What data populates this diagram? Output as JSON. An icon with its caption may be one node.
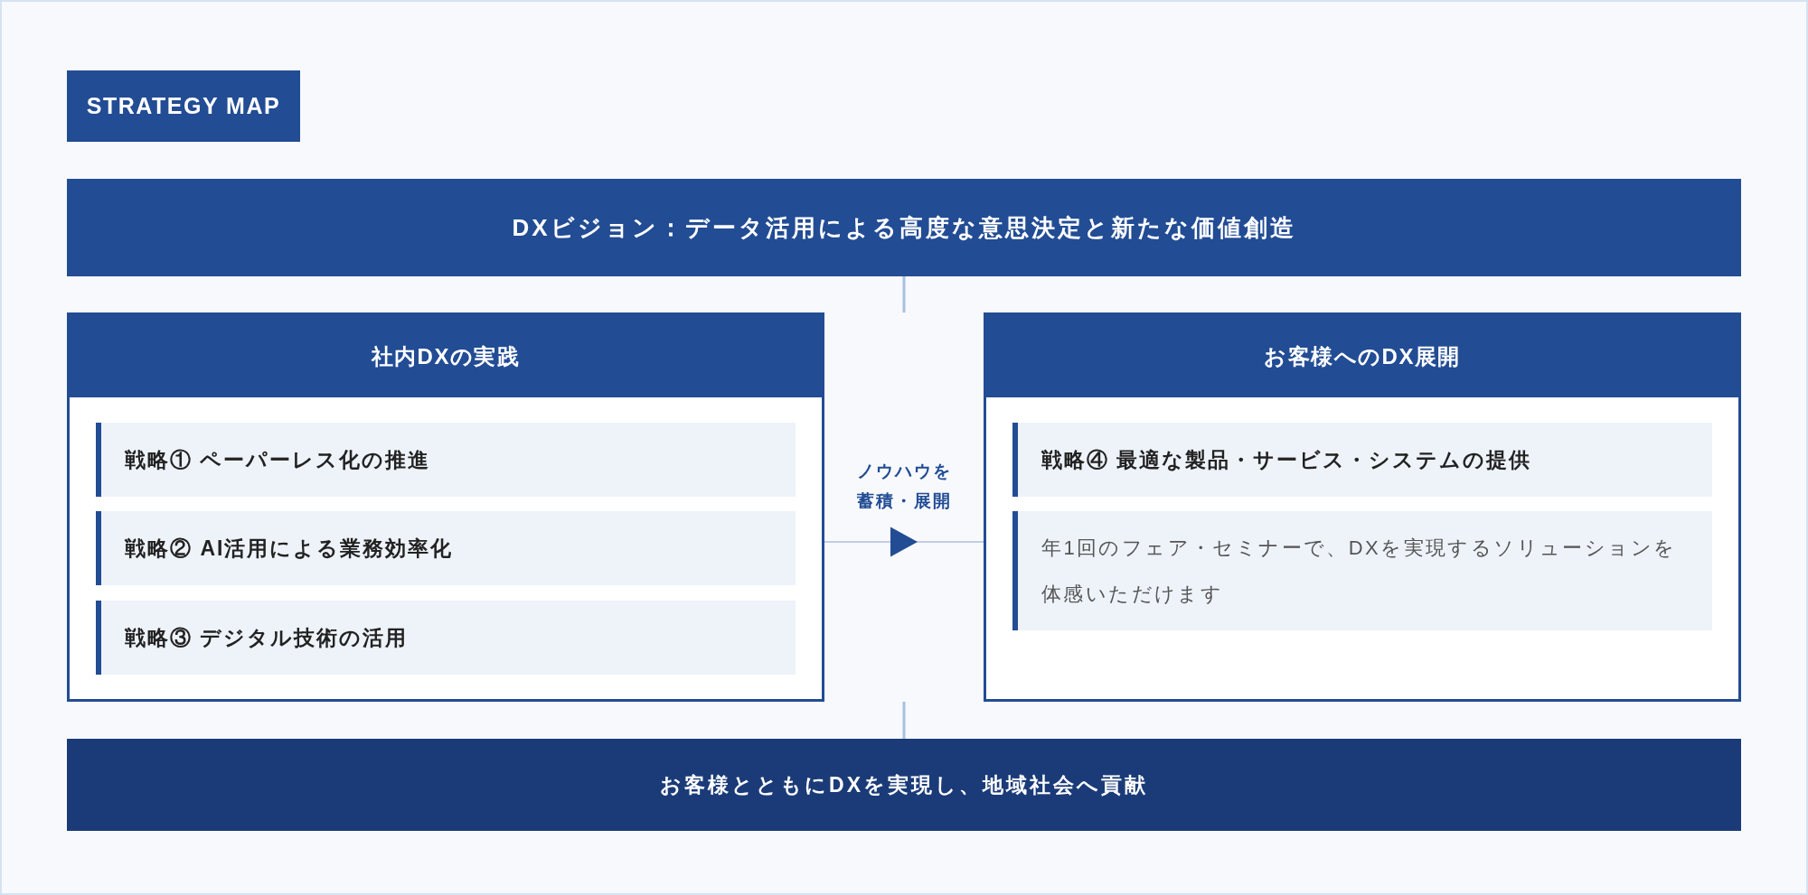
{
  "diagram": {
    "title": "STRATEGY MAP",
    "nodes": [
      {
        "text": [
          "DXビジョン：データ活用による高度な意思決定と新たな価値創造"
        ]
      },
      {
        "text": [
          "社内DXの実践"
        ]
      },
      {
        "text": [
          "戦略① ペーパーレス化の推進"
        ],
        "in": 1
      },
      {
        "text": [
          "戦略② AI活用による業務効率化"
        ],
        "in": 1
      },
      {
        "text": [
          "戦略③ デジタル技術の活用"
        ],
        "in": 1
      },
      {
        "text": [
          "お客様へのDX展開"
        ]
      },
      {
        "text": [
          "戦略④ 最適な製品・サービス・システムの提供"
        ],
        "in": 5
      },
      {
        "text": [
          "年1回のフェア・セミナーで、DXを実現するソリューションを体感いただけます"
        ],
        "in": 5
      },
      {
        "text": [
          "お客様とともにDXを実現し、地域社会へ貢献"
        ]
      }
    ],
    "edges": [
      {
        "from": 0,
        "to": null,
        "arrow": "none"
      },
      {
        "from": 1,
        "to": 5,
        "arrow": "to",
        "label": "ノウハウを蓄積・展開",
        "color": "#224c94"
      },
      {
        "from": null,
        "to": 8,
        "arrow": "none"
      }
    ]
  }
}
